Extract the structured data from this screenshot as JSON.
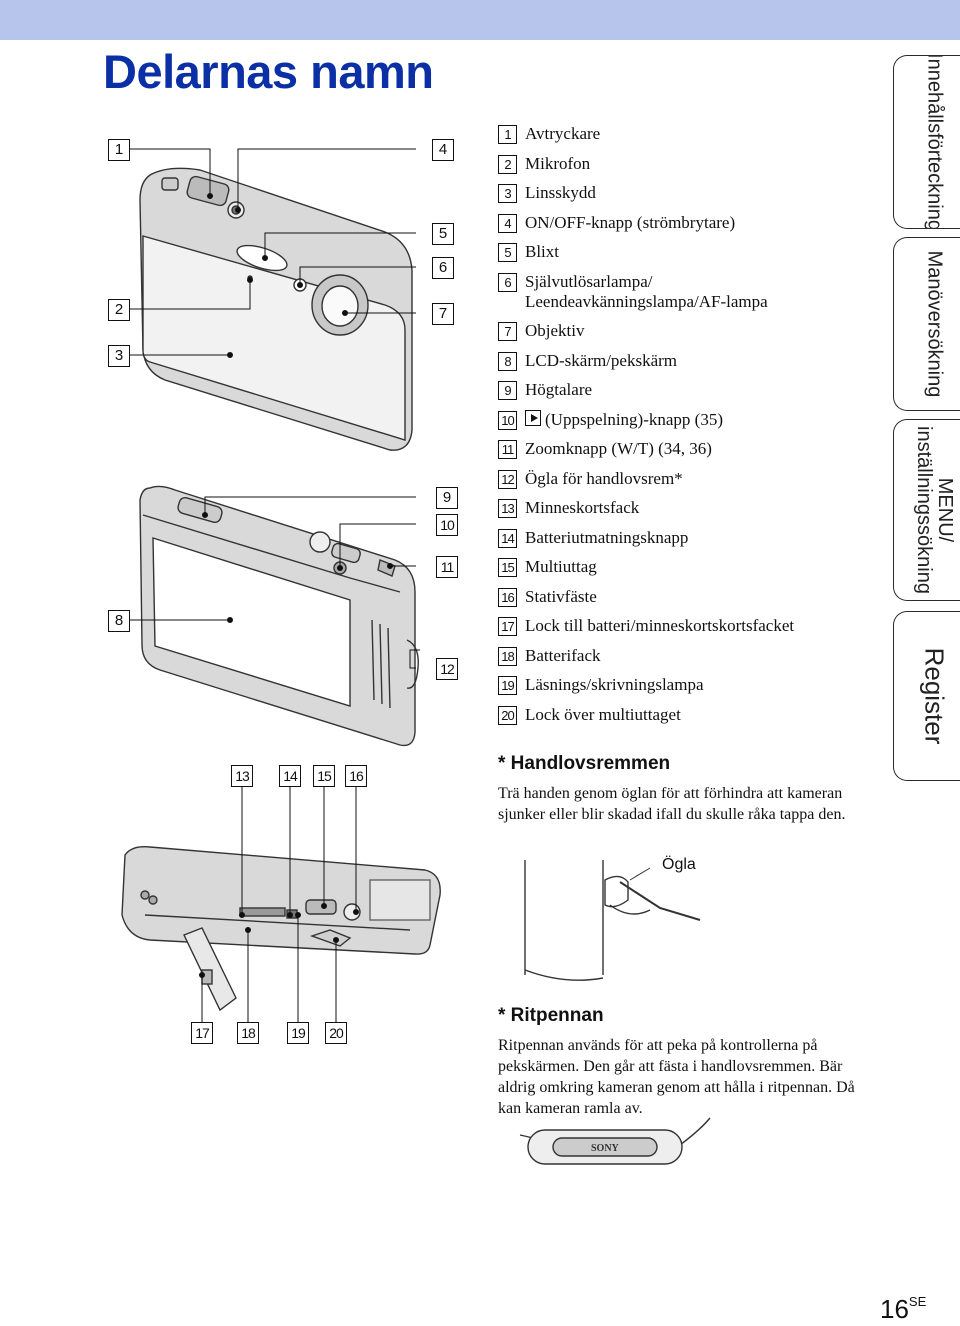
{
  "page": {
    "title": "Delarnas namn",
    "page_number": "16",
    "page_suffix": "SE"
  },
  "tabs": [
    {
      "label": "Innehållsförteckning"
    },
    {
      "label": "Manöversökning"
    },
    {
      "label": "MENU/\ninställningssökning"
    },
    {
      "label": "Register"
    }
  ],
  "callouts": [
    "1",
    "2",
    "3",
    "4",
    "5",
    "6",
    "7",
    "8",
    "9",
    "10",
    "11",
    "12",
    "13",
    "14",
    "15",
    "16",
    "17",
    "18",
    "19",
    "20"
  ],
  "parts": [
    {
      "num": "1",
      "text": "Avtryckare"
    },
    {
      "num": "2",
      "text": "Mikrofon"
    },
    {
      "num": "3",
      "text": "Linsskydd"
    },
    {
      "num": "4",
      "text": "ON/OFF-knapp (strömbrytare)"
    },
    {
      "num": "5",
      "text": "Blixt"
    },
    {
      "num": "6",
      "text": "Självutlösarlampa/\nLeendeavkänningslampa/AF-lampa"
    },
    {
      "num": "7",
      "text": "Objektiv"
    },
    {
      "num": "8",
      "text": "LCD-skärm/pekskärm"
    },
    {
      "num": "9",
      "text": "Högtalare"
    },
    {
      "num": "10",
      "text": "(Uppspelning)-knapp (35)",
      "icon": "play-icon"
    },
    {
      "num": "11",
      "text": "Zoomknapp (W/T) (34, 36)"
    },
    {
      "num": "12",
      "text": "Ögla för handlovsrem*"
    },
    {
      "num": "13",
      "text": "Minneskortsfack"
    },
    {
      "num": "14",
      "text": "Batteriutmatningsknapp"
    },
    {
      "num": "15",
      "text": "Multiuttag"
    },
    {
      "num": "16",
      "text": "Stativfäste"
    },
    {
      "num": "17",
      "text": "Lock till batteri/minneskortskortsfacket"
    },
    {
      "num": "18",
      "text": "Batterifack"
    },
    {
      "num": "19",
      "text": "Läsnings/skrivningslampa"
    },
    {
      "num": "20",
      "text": "Lock över multiuttaget"
    }
  ],
  "notes": {
    "strap": {
      "heading": "* Handlovsremmen",
      "body": "Trä handen genom öglan för att förhindra att kameran sjunker eller blir skadad ifall du skulle råka tappa den.",
      "figure_label": "Ögla"
    },
    "pen": {
      "heading": "* Ritpennan",
      "body": "Ritpennan används för att peka på kontrollerna på pekskärmen. Den går att fästa i handlovsremmen. Bär aldrig omkring kameran genom att hålla i ritpennan. Då kan kameran ramla av.",
      "pen_logo": "SONY"
    }
  },
  "colors": {
    "title": "#0b2fa4",
    "topbar": "#b7c5ec"
  }
}
